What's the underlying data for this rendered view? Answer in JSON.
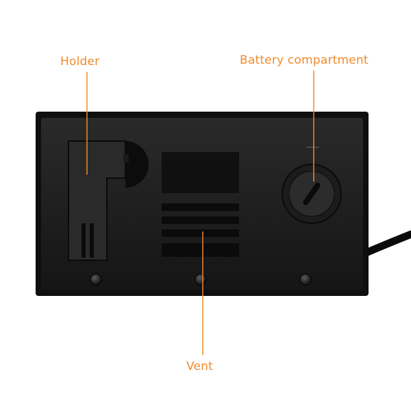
{
  "labels": {
    "holder": "Holder",
    "battery": "Battery compartment",
    "vent": "Vent"
  },
  "colors": {
    "accent": "#f08a2a",
    "device_body": "#1c1c1c",
    "device_face": "#141414",
    "background": "#ffffff"
  }
}
